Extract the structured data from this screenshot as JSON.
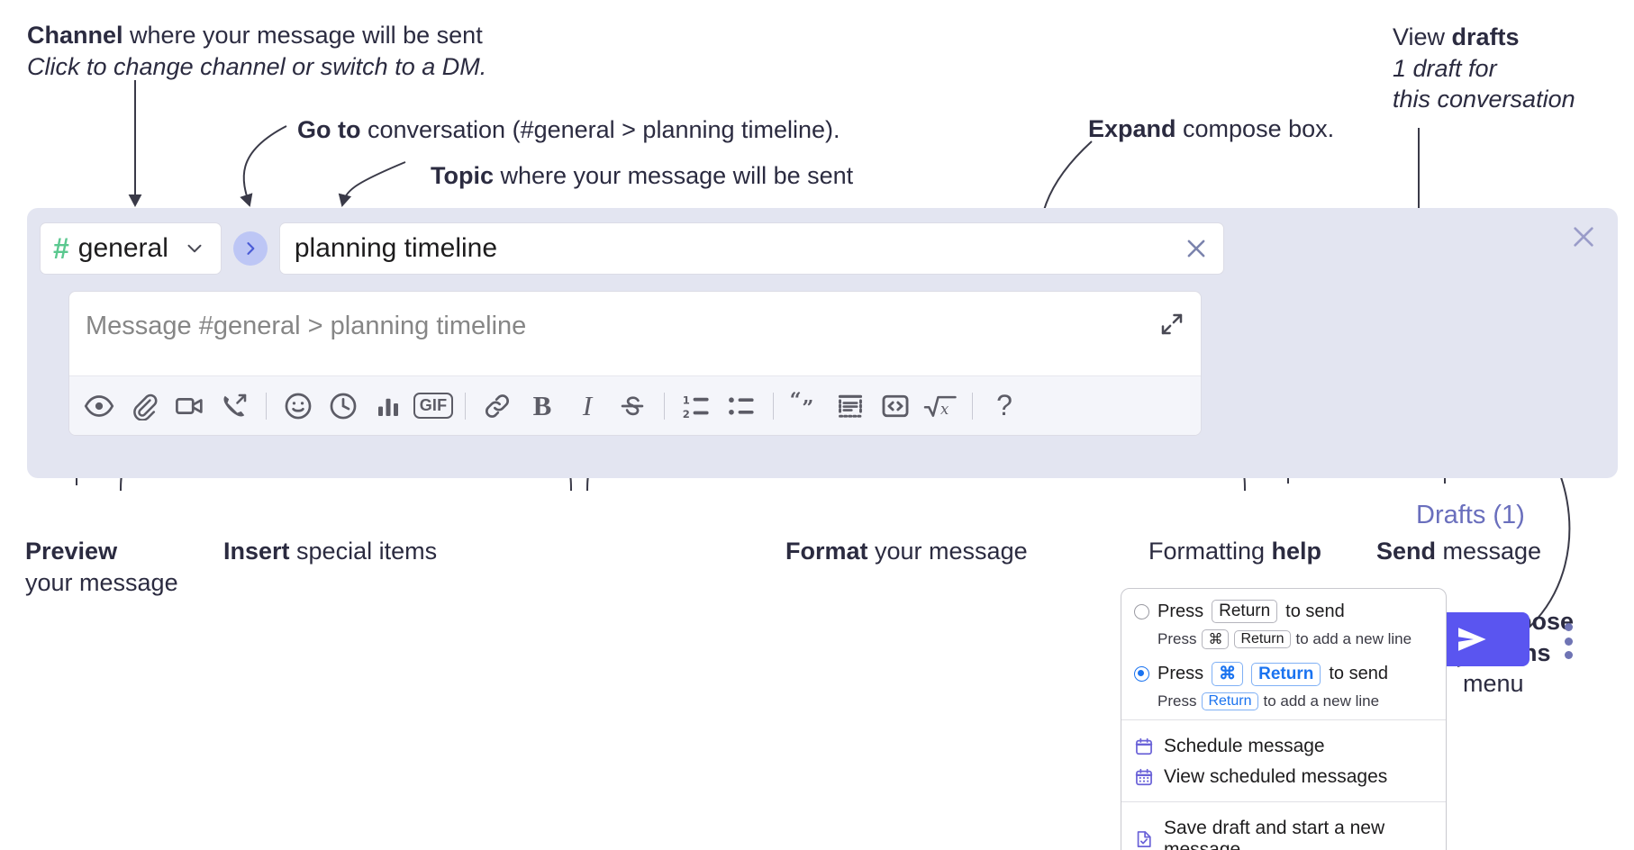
{
  "annotations": {
    "channel": {
      "bold": "Channel",
      "rest": " where your message will be sent",
      "italic": "Click to change channel or switch to a DM."
    },
    "goto": {
      "bold": "Go to",
      "rest": " conversation (#general > planning timeline)."
    },
    "topic": {
      "bold": "Topic",
      "rest": " where your message will be sent"
    },
    "expand": {
      "bold": "Expand",
      "rest": " compose box."
    },
    "drafts": {
      "lead": "View ",
      "bold": "drafts",
      "italic1": "1 draft for",
      "italic2": "this conversation"
    },
    "preview": {
      "bold": "Preview",
      "rest": "your message"
    },
    "insert": {
      "bold": "Insert",
      "rest": " special items"
    },
    "format": {
      "bold": "Format",
      "rest": " your message"
    },
    "help": {
      "lead": "Formatting ",
      "bold": "help"
    },
    "send": {
      "bold": "Send",
      "rest": " message"
    },
    "compose_options": {
      "bold1": "Compose",
      "bold2": "options",
      "rest": "menu"
    }
  },
  "compose": {
    "channel": {
      "hash": "#",
      "name": "general"
    },
    "topic_value": "planning timeline",
    "message_placeholder": "Message #general > planning timeline",
    "drafts_label": "Drafts (1)",
    "toolbar": [
      {
        "name": "preview-icon",
        "label": "Preview"
      },
      {
        "name": "attach-icon",
        "label": "Attach file"
      },
      {
        "name": "video-icon",
        "label": "Record video clip"
      },
      {
        "name": "audio-call-icon",
        "label": "Record audio clip"
      },
      {
        "name": "divider",
        "label": ""
      },
      {
        "name": "emoji-icon",
        "label": "Emoji"
      },
      {
        "name": "clock-icon",
        "label": "Reminder"
      },
      {
        "name": "poll-icon",
        "label": "Poll"
      },
      {
        "name": "gif-icon",
        "label": "GIF"
      },
      {
        "name": "divider",
        "label": ""
      },
      {
        "name": "link-icon",
        "label": "Link"
      },
      {
        "name": "bold-icon",
        "label": "B"
      },
      {
        "name": "italic-icon",
        "label": "I"
      },
      {
        "name": "strikethrough-icon",
        "label": "Strikethrough"
      },
      {
        "name": "divider",
        "label": ""
      },
      {
        "name": "ordered-list-icon",
        "label": "Ordered list"
      },
      {
        "name": "bulleted-list-icon",
        "label": "Bulleted list"
      },
      {
        "name": "divider",
        "label": ""
      },
      {
        "name": "blockquote-icon",
        "label": "Blockquote"
      },
      {
        "name": "code-block-icon",
        "label": "Code block"
      },
      {
        "name": "inline-code-icon",
        "label": "Code"
      },
      {
        "name": "math-icon",
        "label": "Math"
      },
      {
        "name": "divider",
        "label": ""
      },
      {
        "name": "help-icon",
        "label": "?"
      }
    ]
  },
  "options_menu": {
    "option_return": {
      "main_pre": "Press ",
      "main_key": "Return",
      "main_post": " to send",
      "sub_pre": "Press ",
      "sub_key1": "⌘",
      "sub_key2": "Return",
      "sub_post": " to add a new line",
      "selected": false
    },
    "option_cmd_return": {
      "main_pre": "Press ",
      "main_key1": "⌘",
      "main_key2": "Return",
      "main_post": " to send",
      "sub_pre": "Press ",
      "sub_key": "Return",
      "sub_post": " to add a new line",
      "selected": true
    },
    "items": [
      {
        "icon": "calendar-schedule-icon",
        "label": "Schedule message"
      },
      {
        "icon": "calendar-grid-icon",
        "label": "View scheduled messages"
      },
      {
        "icon": "save-draft-icon",
        "label": "Save draft and start a new message"
      }
    ]
  },
  "colors": {
    "panel_bg": "#e3e5f1",
    "send_button": "#5a55f0",
    "hash_green": "#5bc88f",
    "goto_bubble": "#bdc6f5",
    "drafts_text": "#6a6fbd",
    "accent_blue": "#1a73f0",
    "menu_icon_purple": "#6b63d8"
  }
}
